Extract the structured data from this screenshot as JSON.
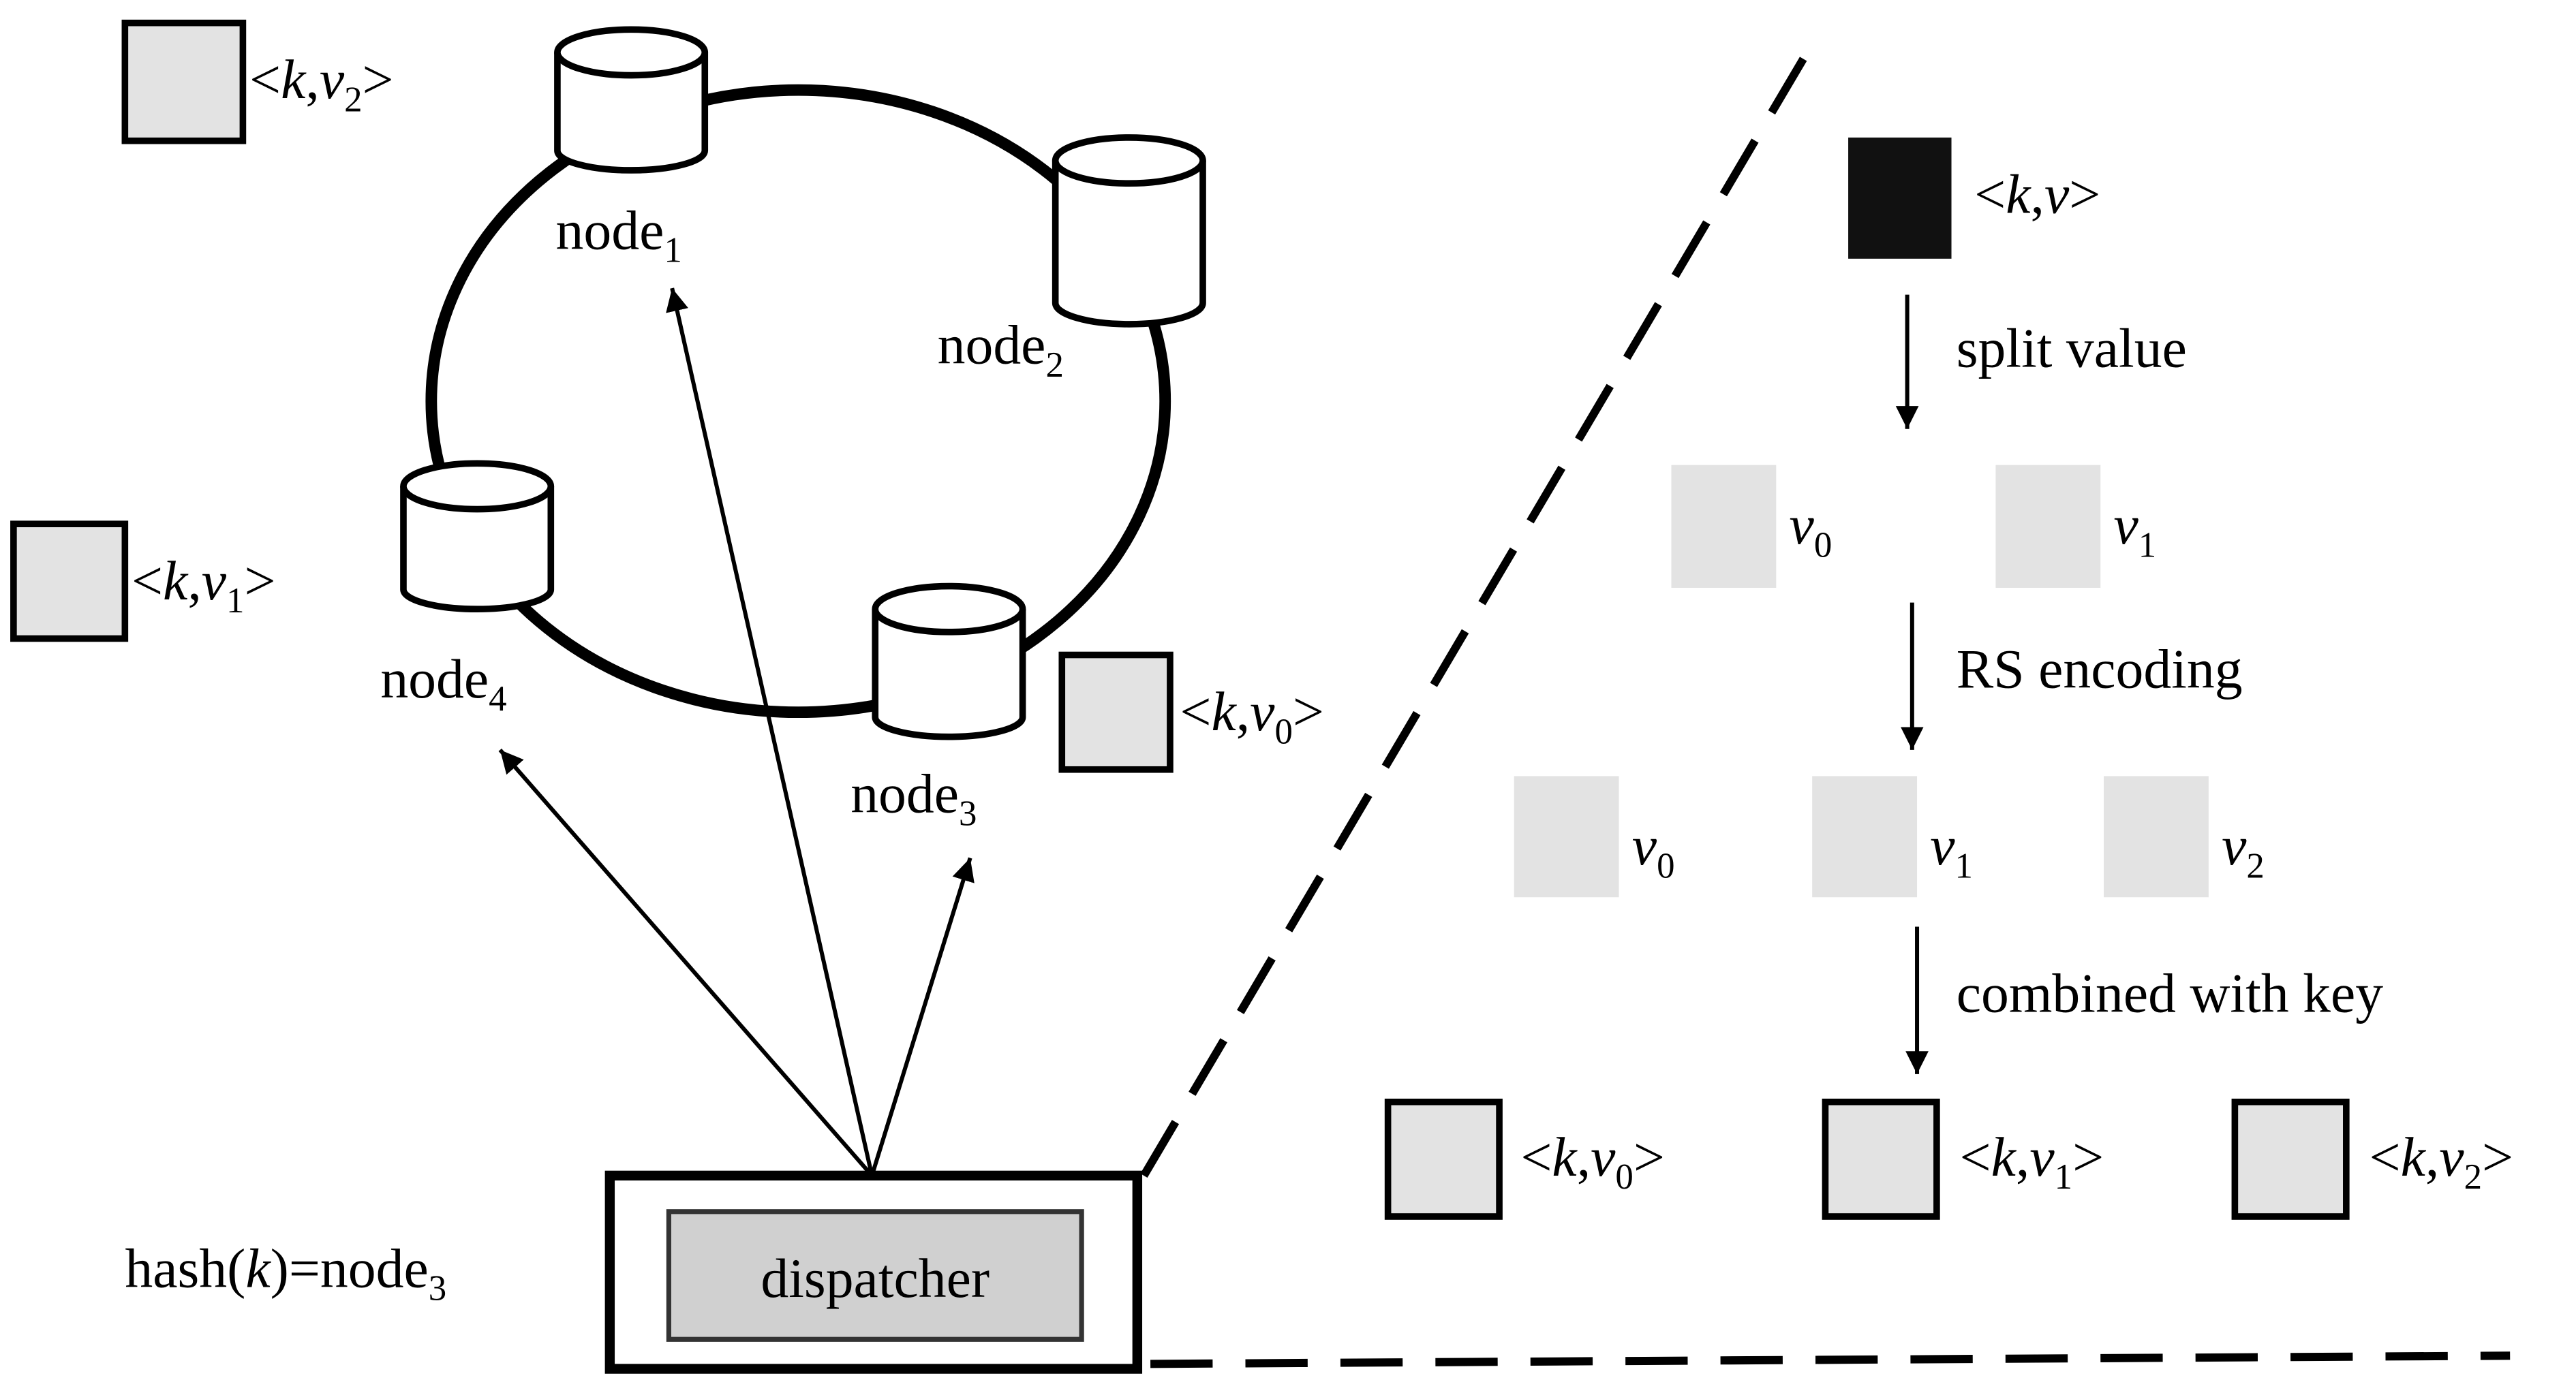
{
  "ring": {
    "nodes": [
      {
        "name": "node",
        "sub": "1"
      },
      {
        "name": "node",
        "sub": "2"
      },
      {
        "name": "node",
        "sub": "3"
      },
      {
        "name": "node",
        "sub": "4"
      }
    ]
  },
  "placed_pairs": [
    {
      "open": "<",
      "k": "k",
      "comma": ",",
      "v": "v",
      "sub": "2",
      "close": ">"
    },
    {
      "open": "<",
      "k": "k",
      "comma": ",",
      "v": "v",
      "sub": "1",
      "close": ">"
    },
    {
      "open": "<",
      "k": "k",
      "comma": ",",
      "v": "v",
      "sub": "0",
      "close": ">"
    }
  ],
  "dispatcher": {
    "label": "dispatcher",
    "hash_prefix": "hash(",
    "hash_k": "k",
    "hash_suffix": ")=node",
    "hash_sub": "3"
  },
  "pipeline": {
    "input": {
      "open": "<",
      "k": "k",
      "comma": ",",
      "v": "v",
      "close": ">"
    },
    "steps": [
      "split value",
      "RS encoding",
      "combined with key"
    ],
    "split_parts": [
      {
        "v": "v",
        "sub": "0"
      },
      {
        "v": "v",
        "sub": "1"
      }
    ],
    "encoded_parts": [
      {
        "v": "v",
        "sub": "0"
      },
      {
        "v": "v",
        "sub": "1"
      },
      {
        "v": "v",
        "sub": "2"
      }
    ],
    "keyed_parts": [
      {
        "open": "<",
        "k": "k",
        "comma": ",",
        "v": "v",
        "sub": "0",
        "close": ">"
      },
      {
        "open": "<",
        "k": "k",
        "comma": ",",
        "v": "v",
        "sub": "1",
        "close": ">"
      },
      {
        "open": "<",
        "k": "k",
        "comma": ",",
        "v": "v",
        "sub": "2",
        "close": ">"
      }
    ]
  },
  "colors": {
    "box_fill": "#e3e3e3",
    "dispatcher_fill": "#d0d0d0",
    "input_fill": "#111111",
    "stroke": "#000000"
  }
}
